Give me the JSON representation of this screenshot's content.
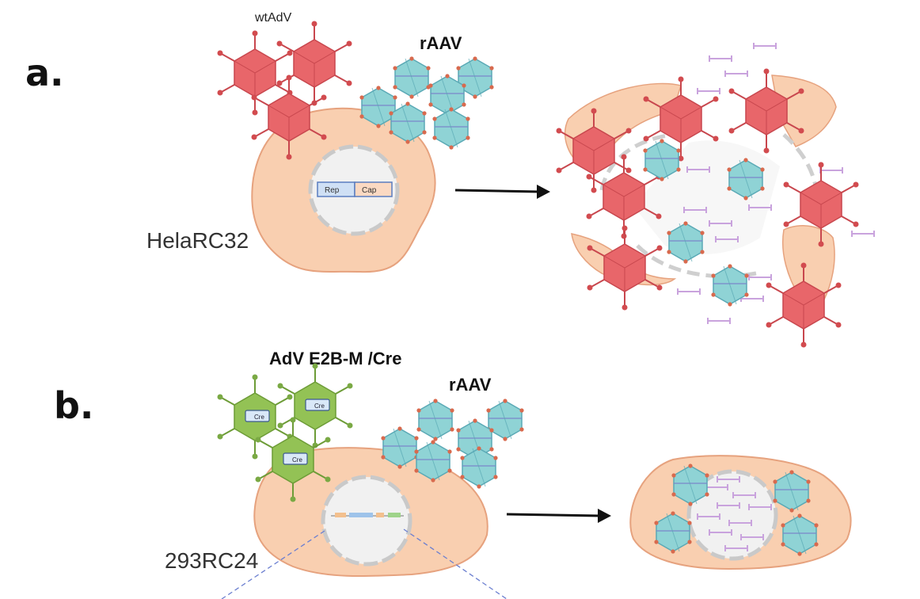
{
  "panel_a": {
    "letter": "a.",
    "wild_virus_label": "wtAdV",
    "raav_label": "rAAV",
    "cell_line_label": "HelaRC32",
    "gene_rep": "Rep",
    "gene_cap": "Cap"
  },
  "panel_b": {
    "letter": "b.",
    "helper_virus_label": "AdV E2B-M /Cre",
    "raav_label": "rAAV",
    "cell_line_label": "293RC24",
    "cre_label": "Cre"
  },
  "colors": {
    "cell": "#f9cfb0",
    "cell_stroke": "#e6a27e",
    "nucleus": "#f1f1f1",
    "nucleus_stroke": "#c9c9c9",
    "wtadv": "#e8666a",
    "wtadv_spike": "#c8474e",
    "adv_cre": "#93c255",
    "adv_cre_spike": "#6d9c37",
    "raav": "#8fd3d5",
    "raav_stroke": "#5aa9b5",
    "genome": "#c9a3dd",
    "arrow": "#111111"
  }
}
